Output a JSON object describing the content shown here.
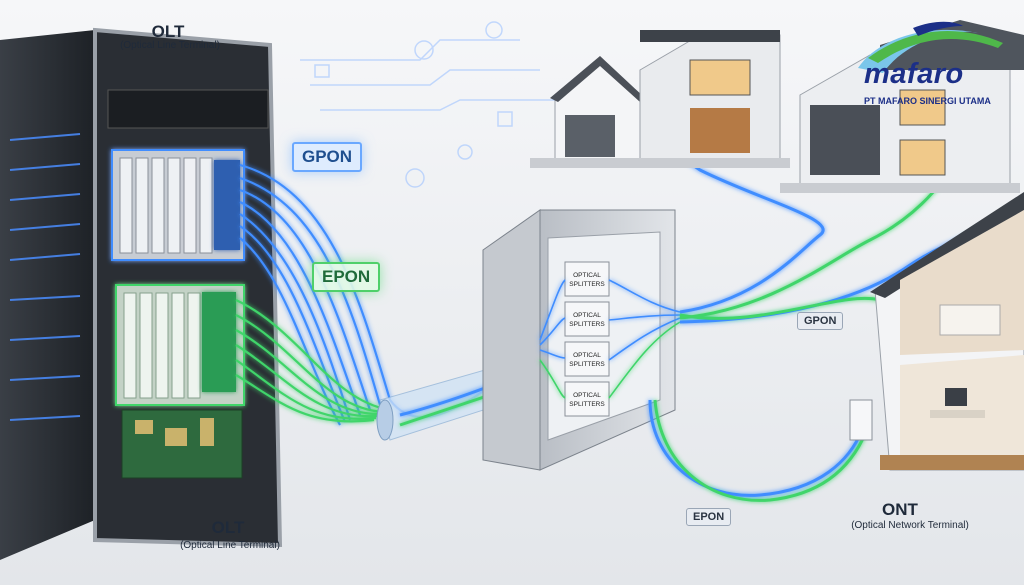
{
  "labels": {
    "olt_top_title": "OLT",
    "olt_top_subtitle": "(Optical Line Terminal)",
    "olt_bottom_title": "OLT",
    "olt_bottom_subtitle": "(Optical Line Terminal)",
    "gpon_main": "GPON",
    "epon_main": "EPON",
    "gpon_small": "GPON",
    "epon_small": "EPON",
    "ont_title": "ONT",
    "ont_subtitle": "(Optical Network Terminal)",
    "splitter_label_line1": "OPTICAL",
    "splitter_label_line2": "SPLITTERS"
  },
  "logo": {
    "word": "mafaro",
    "tagline": "PT MAFARO SINERGI UTAMA"
  },
  "colors": {
    "gpon_fiber": "#3f8dff",
    "epon_fiber": "#3fd56a",
    "brand": "#1c2f88"
  }
}
